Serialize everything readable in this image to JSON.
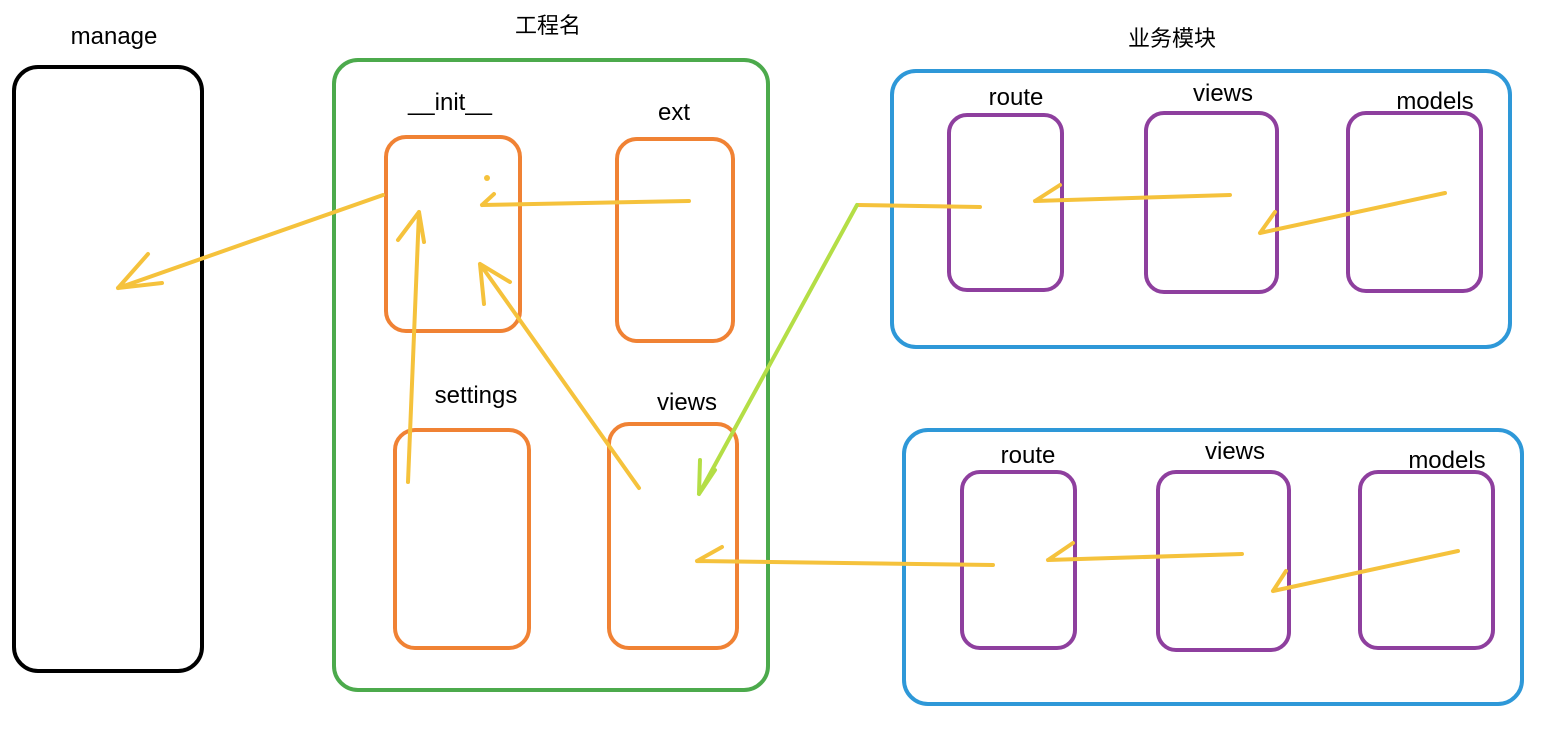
{
  "labels": {
    "manage": "manage",
    "project": "工程名",
    "business": "业务模块",
    "init": "__init__",
    "ext": "ext",
    "settings": "settings",
    "views": "views",
    "module_top": {
      "route": "route",
      "views": "views",
      "models": "models"
    },
    "module_bottom": {
      "route": "route",
      "views": "views",
      "models": "models"
    }
  },
  "colors": {
    "manage": "#000000",
    "project": "#4caa4c",
    "project_file": "#f08234",
    "business_module": "#2e98d8",
    "module_file": "#8e3f9e",
    "arrow": "#f5c23c",
    "business_arrow": "#b4de46",
    "business_label": "#b4de46"
  }
}
